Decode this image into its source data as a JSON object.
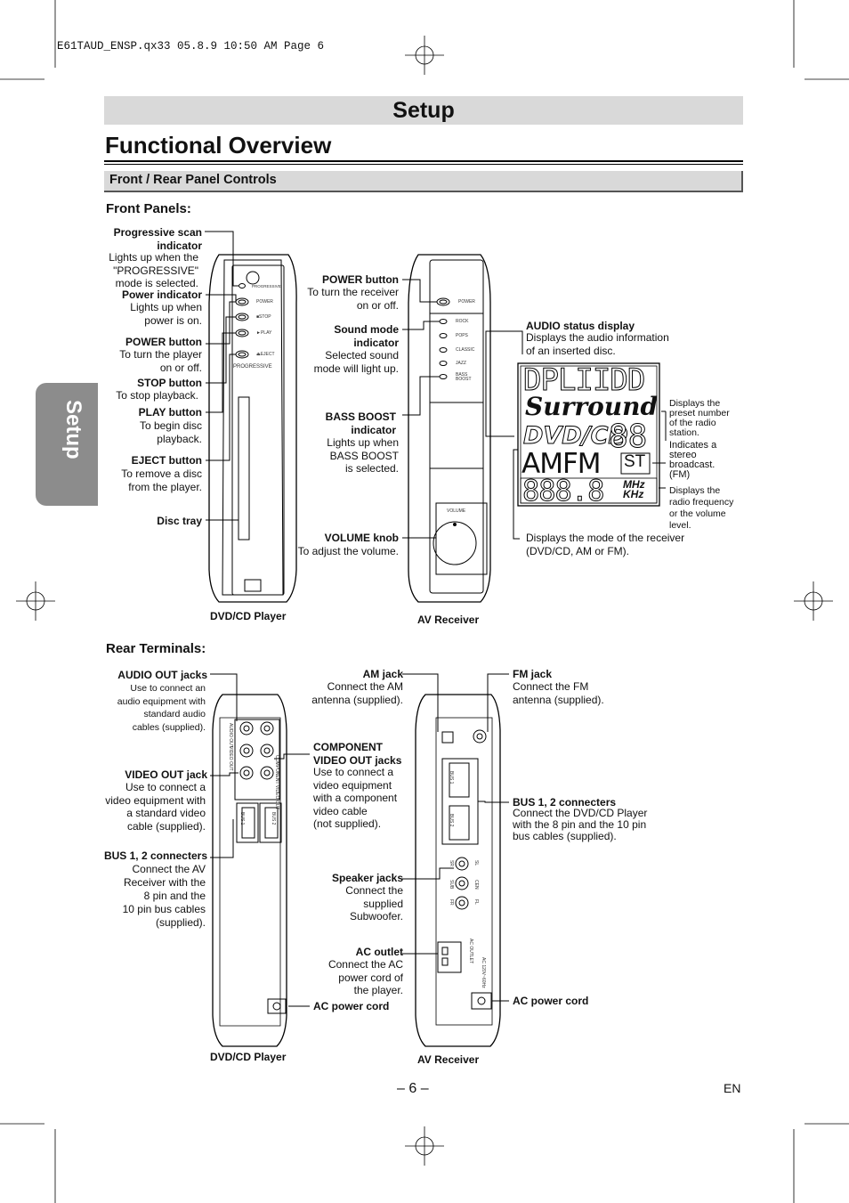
{
  "header": {
    "file_info": "E61TAUD_ENSP.qx33  05.8.9  10:50 AM  Page 6"
  },
  "title_bar": {
    "title": "Setup"
  },
  "side_tab": {
    "label": "Setup"
  },
  "page": {
    "heading": "Functional Overview",
    "section": "Front / Rear Panel Controls",
    "front_panels_title": "Front Panels:",
    "rear_terminals_title": "Rear Terminals:",
    "page_number": "– 6 –",
    "lang": "EN"
  },
  "front": {
    "progressive_title": "Progressive scan\nindicator",
    "progressive_desc": "Lights up when the\n\"PROGRESSIVE\"\nmode is selected.",
    "power_ind_title": "Power indicator",
    "power_ind_desc": "Lights up when\npower is on.",
    "power_btn_title": "POWER button",
    "power_btn_desc": "To turn the player\non or off.",
    "stop_title": "STOP button",
    "stop_desc": "To stop playback.",
    "play_title": "PLAY button",
    "play_desc": "To begin disc\nplayback.",
    "eject_title": "EJECT button",
    "eject_desc": "To remove a disc\nfrom the player.",
    "disc_tray": "Disc tray",
    "player_caption": "DVD/CD Player",
    "rx_power_title": "POWER button",
    "rx_power_desc": "To turn the receiver\non or off.",
    "sound_mode_title": "Sound mode\nindicator",
    "sound_mode_desc": "Selected sound\nmode will light up.",
    "bass_title": "BASS BOOST\nindicator",
    "bass_desc": "Lights up when\nBASS BOOST\nis selected.",
    "volume_title": "VOLUME knob",
    "volume_desc": "To adjust the volume.",
    "receiver_caption": "AV Receiver",
    "audio_status_title": "AUDIO status display",
    "audio_status_desc": "Displays the audio information\nof an inserted disc.",
    "preset_desc": "Displays the\npreset number\nof the radio\nstation.",
    "stereo_desc": "Indicates a\nstereo\nbroadcast.\n(FM)",
    "freq_desc": "Displays the\nradio frequency\nor the volume\nlevel.",
    "mode_desc": "Displays the mode of the receiver\n(DVD/CD, AM or FM).",
    "panel_labels": {
      "progressive": "PROGRESSIVE",
      "power": "POWER",
      "stop": "■STOP",
      "play": "►PLAY",
      "eject": "⏏EJECT",
      "progressive_big": "PROGRESSIVE",
      "rx_power": "POWER",
      "rock": "ROCK",
      "pops": "POPS",
      "classic": "CLASSIC",
      "jazz": "JAZZ",
      "bass_boost": "BASS\nBOOST",
      "volume": "VOLUME"
    },
    "lcd": {
      "row1": "DPLIIDD",
      "surround": "Surround",
      "dvdcd": "DVD/CD",
      "preset_digits": "88",
      "band": "AMFM",
      "st": "ST",
      "freq_digits": "888.8",
      "unit": "MHz\nKHz"
    }
  },
  "rear": {
    "audio_out_title": "AUDIO OUT jacks",
    "audio_out_desc": "Use to connect an\naudio equipment with\nstandard audio\ncables (supplied).",
    "video_out_title": "VIDEO OUT jack",
    "video_out_desc": "Use to connect a\nvideo equipment with\na standard video\ncable (supplied).",
    "bus_player_title": "BUS 1, 2 connecters",
    "bus_player_desc": "Connect the AV\nReceiver with the\n8 pin and the\n10 pin bus cables\n(supplied).",
    "player_caption": "DVD/CD Player",
    "am_title": "AM jack",
    "am_desc": "Connect the AM\nantenna (supplied).",
    "component_title": "COMPONENT\nVIDEO OUT jacks",
    "component_desc": "Use to connect a\nvideo equipment\nwith a component\nvideo cable\n(not supplied).",
    "speaker_title": "Speaker jacks",
    "speaker_desc": "Connect the\nsupplied\nSubwoofer.",
    "ac_outlet_title": "AC outlet",
    "ac_outlet_desc": "Connect the AC\npower cord of\nthe player.",
    "ac_cord_player": "AC power cord",
    "fm_title": "FM jack",
    "fm_desc": "Connect the FM\nantenna (supplied).",
    "bus_rx_title": "BUS 1, 2 connecters",
    "bus_rx_desc": "Connect the DVD/CD Player\nwith the 8 pin and the 10 pin\nbus cables (supplied).",
    "ac_cord_rx": "AC power cord",
    "receiver_caption": "AV Receiver",
    "panel_labels": {
      "audio_out": "AUDIO OUT",
      "video_out": "VIDEO OUT",
      "component": "COMPONENT VIDEO OUT",
      "bus1": "BUS 1",
      "bus2": "BUS 2",
      "sr": "SR",
      "sl": "SL",
      "sub": "SUB",
      "cen": "CEN",
      "fr": "FR",
      "fl": "FL",
      "ac_outlet": "AC OUTLET",
      "ac_in": "AC 120V~60Hz"
    }
  },
  "colors": {
    "bar_gray": "#d9d9d9",
    "tab_gray": "#8c8c8c",
    "line": "#000000"
  }
}
